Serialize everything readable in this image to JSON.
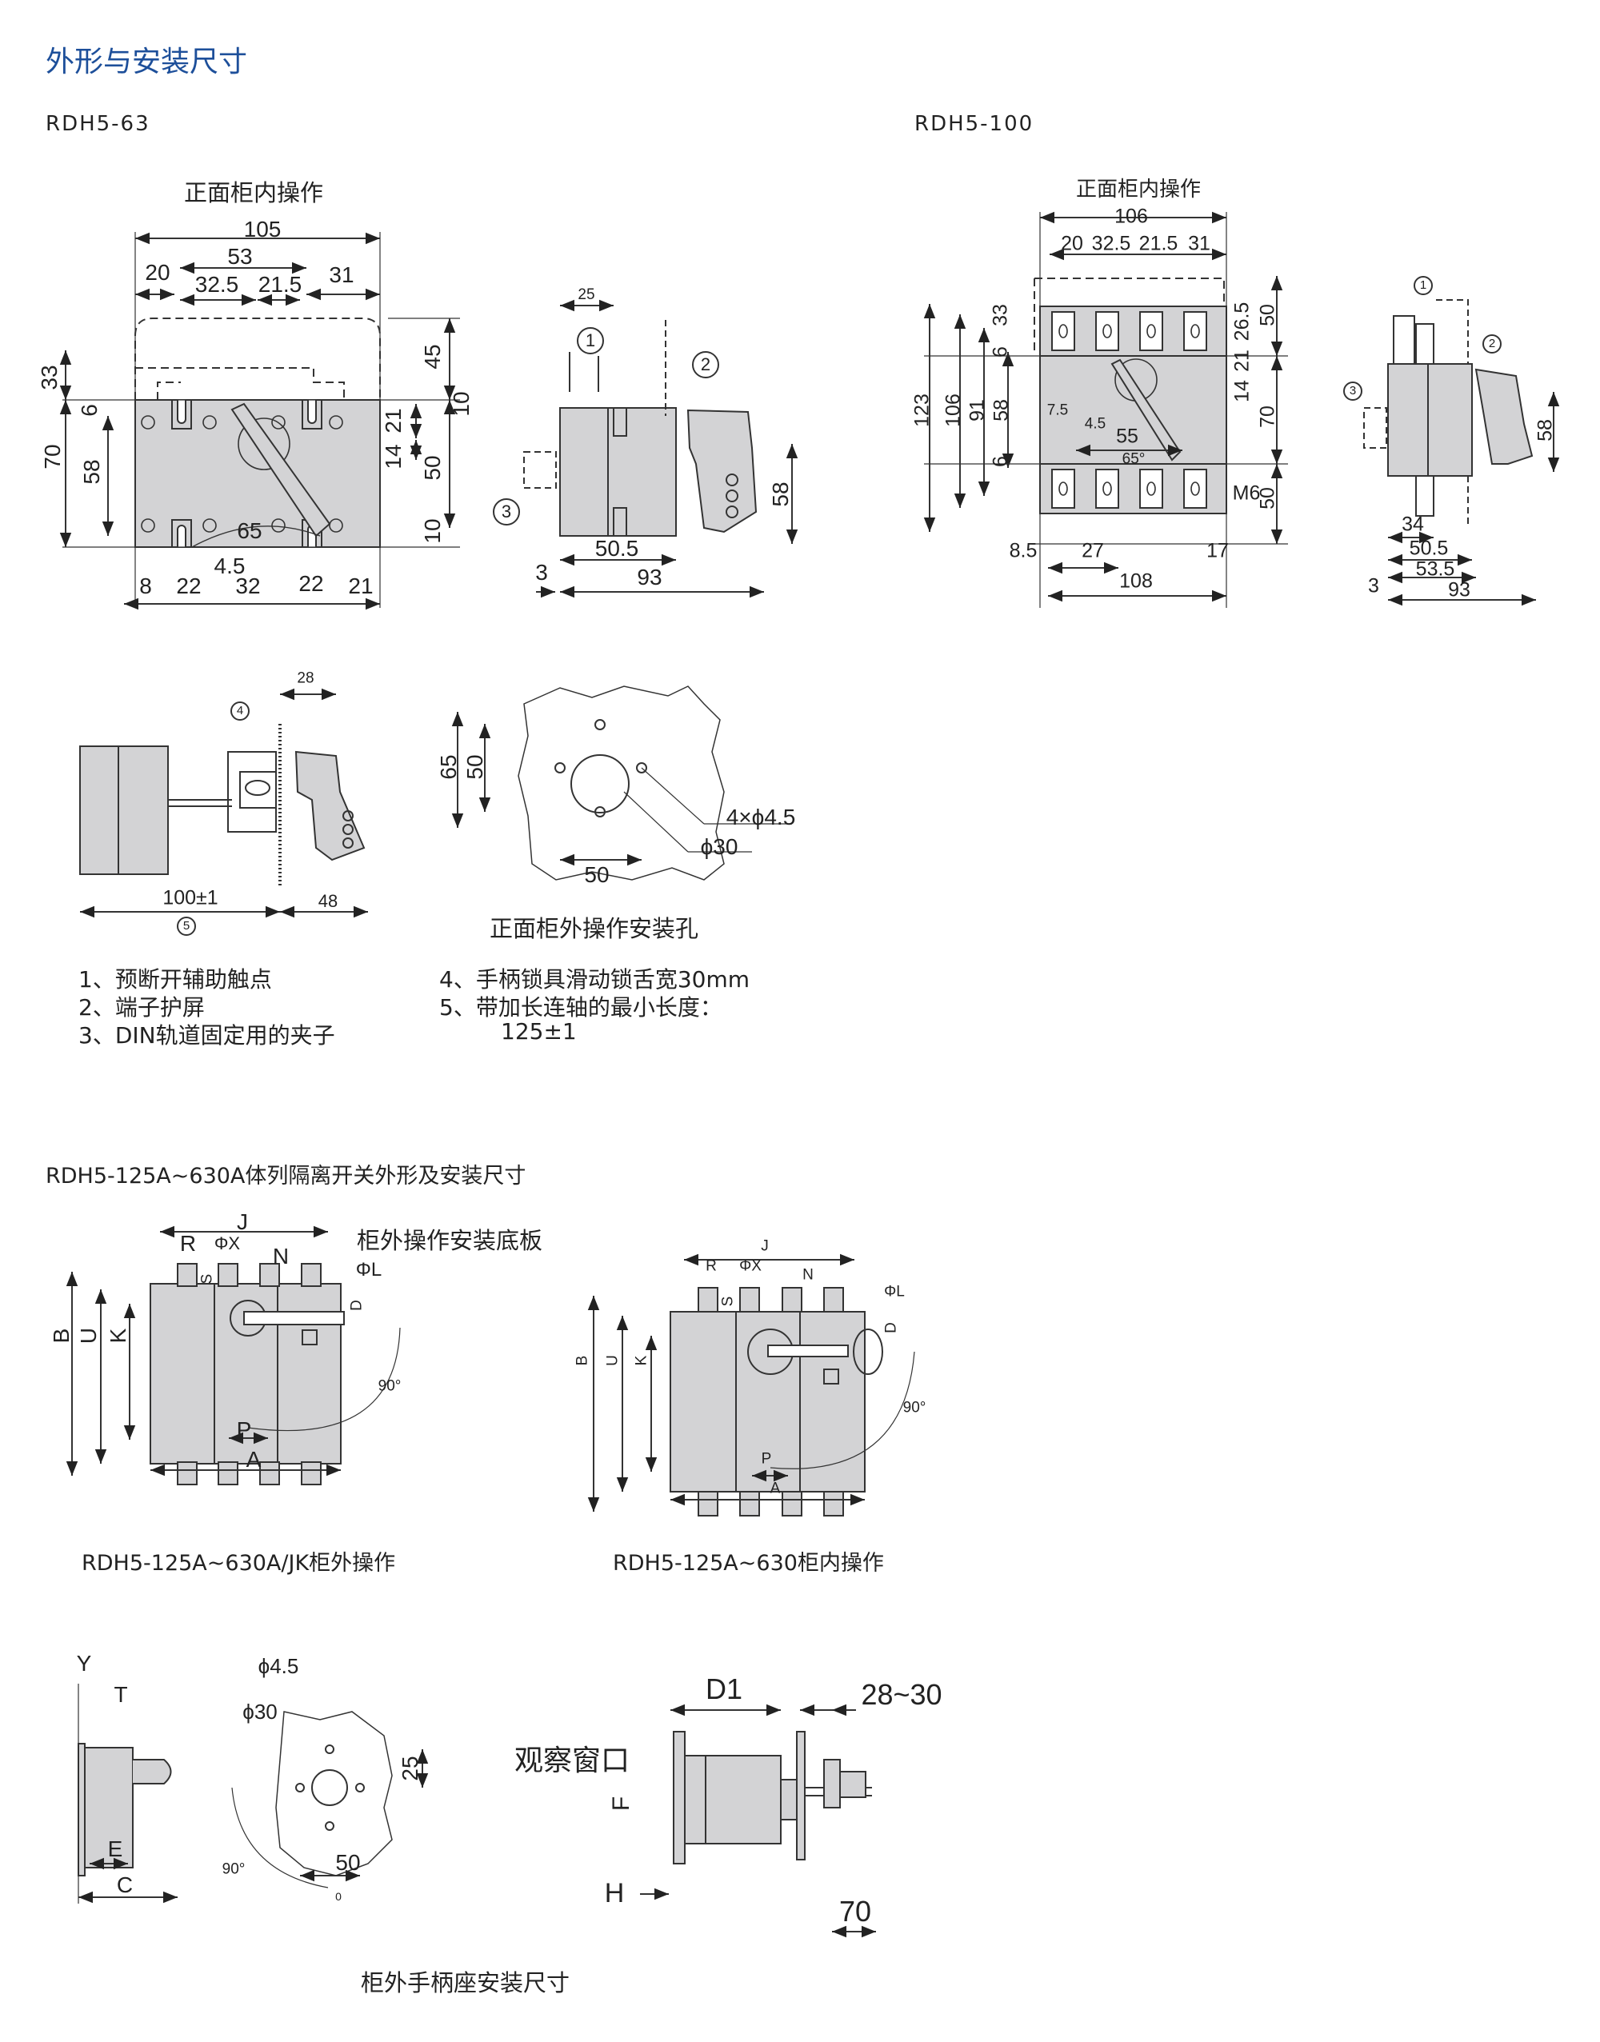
{
  "page_title": "外形与安装尺寸",
  "accent_color": "#1d4f9a",
  "rdh5_63": {
    "model": "RDH5-63",
    "front_caption": "正面柜内操作",
    "front_dims": [
      "105",
      "53",
      "20",
      "32.5",
      "21.5",
      "31",
      "33",
      "6",
      "70",
      "58",
      "45",
      "10",
      "21",
      "14",
      "50",
      "10",
      "65",
      "4.5",
      "8",
      "22",
      "32",
      "22",
      "21"
    ],
    "side_dims": [
      "25",
      "58",
      "50.5",
      "3",
      "93"
    ],
    "side_callouts": [
      "1",
      "2",
      "3"
    ]
  },
  "rdh5_100": {
    "model": "RDH5-100",
    "front_caption": "正面柜内操作",
    "front_dims": [
      "106",
      "20",
      "32.5",
      "21.5",
      "31",
      "123",
      "106",
      "91",
      "58",
      "33",
      "6",
      "6",
      "50",
      "26.5",
      "21",
      "14",
      "70",
      "50",
      "7.5",
      "4.5",
      "55",
      "65°",
      "M6",
      "8.5",
      "27",
      "17",
      "108"
    ],
    "side_dims": [
      "58",
      "34",
      "50.5",
      "53.5",
      "3",
      "93"
    ],
    "side_callouts": [
      "1",
      "2",
      "3"
    ]
  },
  "handle_view": {
    "dims": [
      "28",
      "100±1",
      "48"
    ],
    "callouts": [
      "4",
      "5"
    ]
  },
  "cutout_view": {
    "caption": "正面柜外操作安装孔",
    "dims": [
      "65",
      "50",
      "4×ϕ4.5",
      "ϕ30",
      "50"
    ]
  },
  "notes": [
    "1、预断开辅助触点",
    "2、端子护屏",
    "3、DIN轨道固定用的夹子",
    "4、手柄锁具滑动锁舌宽30mm",
    "5、带加长连轴的最小长度：",
    "125±1"
  ],
  "series_section": {
    "heading": "RDH5-125A~630A体列隔离开关外形及安装尺寸",
    "external": {
      "caption": "RDH5-125A~630A/JK柜外操作",
      "plate_label": "柜外操作安装底板",
      "dims": [
        "J",
        "R",
        "ΦX",
        "N",
        "ΦL",
        "S",
        "D",
        "B",
        "U",
        "K",
        "90°",
        "P",
        "A"
      ]
    },
    "internal": {
      "caption": "RDH5-125A~630柜内操作",
      "dims": [
        "J",
        "R",
        "ΦX",
        "N",
        "ΦL",
        "S",
        "D",
        "B",
        "U",
        "K",
        "90°",
        "P",
        "A"
      ]
    }
  },
  "handle_base": {
    "caption": "柜外手柄座安装尺寸",
    "side_dims": [
      "Y",
      "T",
      "E",
      "C"
    ],
    "cutout_dims": [
      "ϕ4.5",
      "ϕ30",
      "25",
      "90°",
      "50",
      "0"
    ],
    "assembly_dims": [
      "D1",
      "28~30",
      "F",
      "H",
      "70"
    ],
    "window_label": "观察窗口"
  }
}
